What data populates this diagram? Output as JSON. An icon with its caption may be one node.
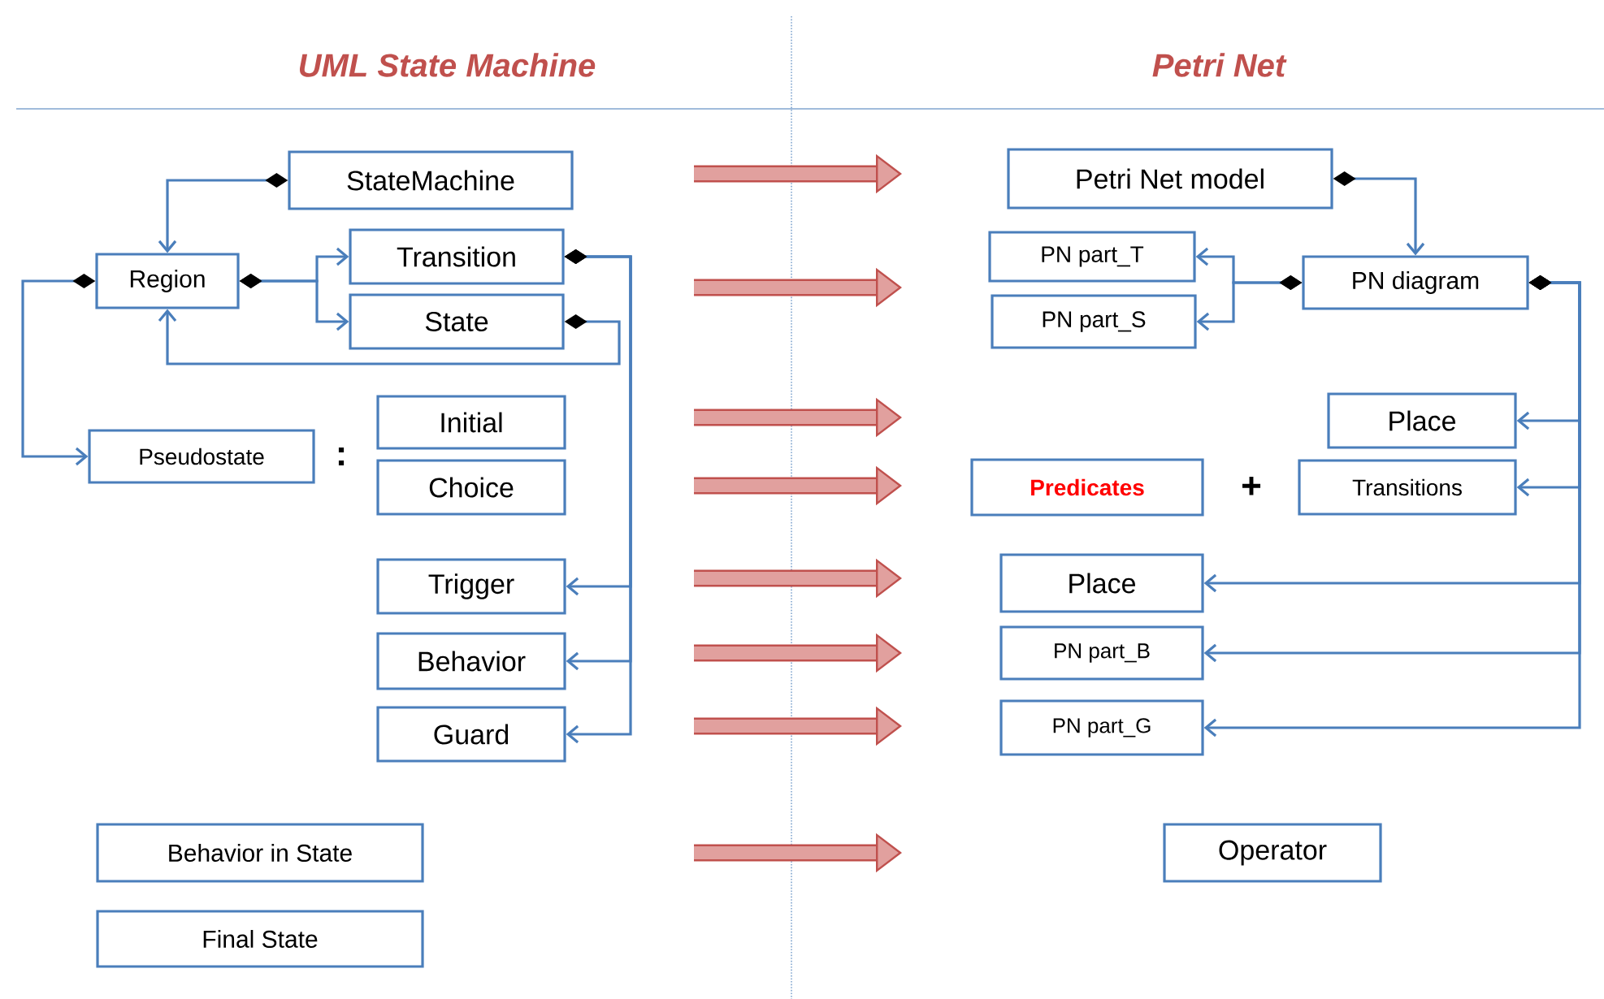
{
  "diagram": {
    "nodes": [
      {
        "text": [
          "StateMachine"
        ]
      },
      {
        "text": [
          "Region"
        ]
      },
      {
        "text": [
          "Transition"
        ]
      },
      {
        "text": [
          "State"
        ]
      },
      {
        "text": [
          "Pseudostate"
        ]
      },
      {
        "text": [
          "Initial"
        ]
      },
      {
        "text": [
          "Choice"
        ]
      },
      {
        "text": [
          "Trigger"
        ]
      },
      {
        "text": [
          "Behavior"
        ]
      },
      {
        "text": [
          "Guard"
        ]
      },
      {
        "text": [
          "Behavior in State"
        ]
      },
      {
        "text": [
          "Final State"
        ]
      },
      {
        "text": [
          "Petri Net model"
        ]
      },
      {
        "text": [
          "PN part_T"
        ]
      },
      {
        "text": [
          "PN part_S"
        ]
      },
      {
        "text": [
          "PN diagram"
        ]
      },
      {
        "text": [
          "Place"
        ]
      },
      {
        "text": [
          "Predicates"
        ]
      },
      {
        "text": [
          "Transitions"
        ]
      },
      {
        "text": [
          "Place"
        ]
      },
      {
        "text": [
          "PN part_B"
        ]
      },
      {
        "text": [
          "PN part_G"
        ]
      },
      {
        "text": [
          "Operator"
        ]
      }
    ],
    "edges": [
      {
        "from": 0,
        "to": 1,
        "arrow": "to"
      },
      {
        "from": 1,
        "to": 2,
        "arrow": "to"
      },
      {
        "from": 1,
        "to": 3,
        "arrow": "to"
      },
      {
        "from": 3,
        "to": 1,
        "arrow": "to"
      },
      {
        "from": 1,
        "to": 4,
        "arrow": "to"
      },
      {
        "from": 2,
        "to": 7,
        "arrow": "to"
      },
      {
        "from": 2,
        "to": 8,
        "arrow": "to"
      },
      {
        "from": 2,
        "to": 9,
        "arrow": "to"
      },
      {
        "from": 12,
        "to": 15,
        "arrow": "to"
      },
      {
        "from": 15,
        "to": 13,
        "arrow": "to"
      },
      {
        "from": 15,
        "to": 14,
        "arrow": "to"
      },
      {
        "from": 15,
        "to": 16,
        "arrow": "to"
      },
      {
        "from": 15,
        "to": 18,
        "arrow": "to"
      },
      {
        "from": 15,
        "to": 19,
        "arrow": "to"
      },
      {
        "from": 15,
        "to": 20,
        "arrow": "to"
      },
      {
        "from": 15,
        "to": 21,
        "arrow": "to"
      }
    ],
    "labels": [
      "UML State Machine",
      "Petri Net",
      ":",
      "+"
    ]
  }
}
